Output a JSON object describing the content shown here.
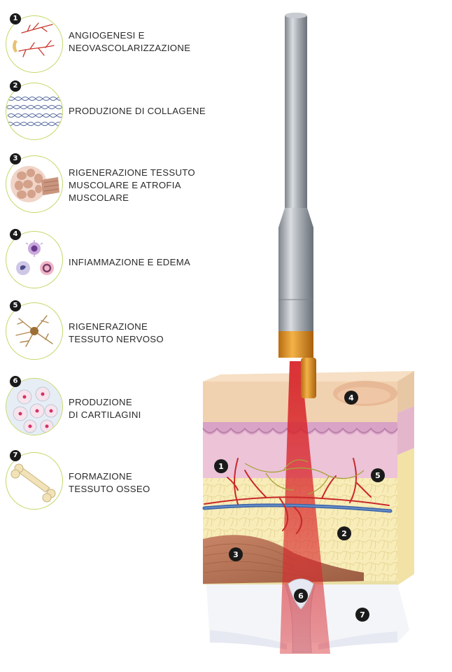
{
  "legend": [
    {
      "num": "1",
      "lines": [
        "ANGIOGENESI E",
        "NEOVASCOLARIZZAZIONE"
      ],
      "icon": "blood-vessels-icon"
    },
    {
      "num": "2",
      "lines": [
        "PRODUZIONE DI COLLAGENE"
      ],
      "icon": "collagen-fibers-icon"
    },
    {
      "num": "3",
      "lines": [
        "RIGENERAZIONE TESSUTO",
        "MUSCOLARE E ATROFIA",
        "MUSCOLARE"
      ],
      "icon": "muscle-tissue-icon"
    },
    {
      "num": "4",
      "lines": [
        "INFIAMMAZIONE E EDEMA"
      ],
      "icon": "immune-cells-icon"
    },
    {
      "num": "5",
      "lines": [
        "RIGENERAZIONE",
        "TESSUTO NERVOSO"
      ],
      "icon": "neuron-icon"
    },
    {
      "num": "6",
      "lines": [
        "PRODUZIONE",
        "DI CARTILAGINI"
      ],
      "icon": "cartilage-cells-icon"
    },
    {
      "num": "7",
      "lines": [
        "FORMAZIONE",
        "TESSUTO OSSEO"
      ],
      "icon": "bone-icon"
    }
  ],
  "diagram_markers": [
    "1",
    "2",
    "3",
    "4",
    "5",
    "6",
    "7"
  ],
  "colors": {
    "circle_border": "#c3d96a",
    "laser_beam": "#d8262b",
    "probe_metal": "#9aa0a6",
    "probe_tip": "#e39a1e",
    "epidermis": "#f1d2b0",
    "dermis": "#ecc3d7",
    "fat": "#f8ecb8",
    "muscle": "#b3704d",
    "bone": "#eef0f6"
  }
}
